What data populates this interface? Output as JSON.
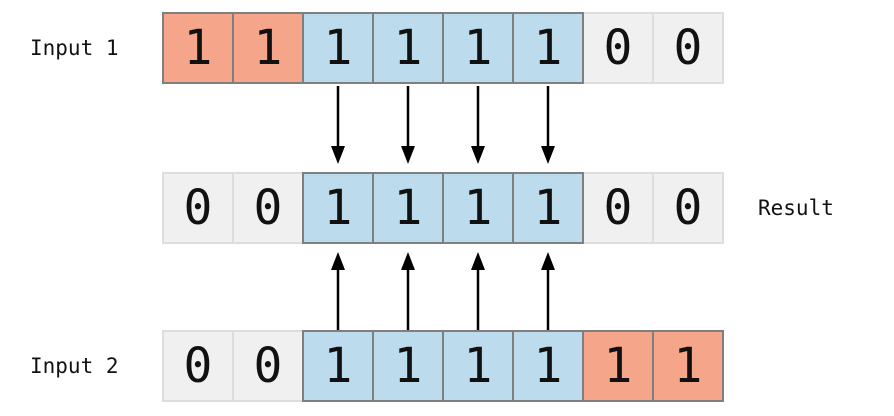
{
  "labels": {
    "input1": "Input 1",
    "result": "Result",
    "input2": "Input 2"
  },
  "rows": [
    {
      "id": "input1",
      "label": "Input 1",
      "label_side": "left",
      "cells": [
        {
          "value": "1",
          "color": "salmon"
        },
        {
          "value": "1",
          "color": "salmon"
        },
        {
          "value": "1",
          "color": "blue"
        },
        {
          "value": "1",
          "color": "blue"
        },
        {
          "value": "1",
          "color": "blue"
        },
        {
          "value": "1",
          "color": "blue"
        },
        {
          "value": "0",
          "color": "gray"
        },
        {
          "value": "0",
          "color": "gray"
        }
      ]
    },
    {
      "id": "result",
      "label": "Result",
      "label_side": "right",
      "cells": [
        {
          "value": "0",
          "color": "gray"
        },
        {
          "value": "0",
          "color": "gray"
        },
        {
          "value": "1",
          "color": "blue"
        },
        {
          "value": "1",
          "color": "blue"
        },
        {
          "value": "1",
          "color": "blue"
        },
        {
          "value": "1",
          "color": "blue"
        },
        {
          "value": "0",
          "color": "gray"
        },
        {
          "value": "0",
          "color": "gray"
        }
      ]
    },
    {
      "id": "input2",
      "label": "Input 2",
      "label_side": "left",
      "cells": [
        {
          "value": "0",
          "color": "gray"
        },
        {
          "value": "0",
          "color": "gray"
        },
        {
          "value": "1",
          "color": "blue"
        },
        {
          "value": "1",
          "color": "blue"
        },
        {
          "value": "1",
          "color": "blue"
        },
        {
          "value": "1",
          "color": "blue"
        },
        {
          "value": "1",
          "color": "salmon"
        },
        {
          "value": "1",
          "color": "salmon"
        }
      ]
    }
  ],
  "arrows": {
    "down": {
      "count": 4,
      "from": "input1",
      "to": "result",
      "columns": [
        2,
        3,
        4,
        5
      ]
    },
    "up": {
      "count": 4,
      "from": "input2",
      "to": "result",
      "columns": [
        2,
        3,
        4,
        5
      ]
    }
  },
  "colors": {
    "salmon": "#F4A58A",
    "blue": "#BCDBEC",
    "gray": "#F0F0F0",
    "border_dark": "#7F7F7F",
    "border_light": "#DDDDDD",
    "text": "#111111",
    "arrow": "#000000",
    "background": "#FFFFFF"
  }
}
